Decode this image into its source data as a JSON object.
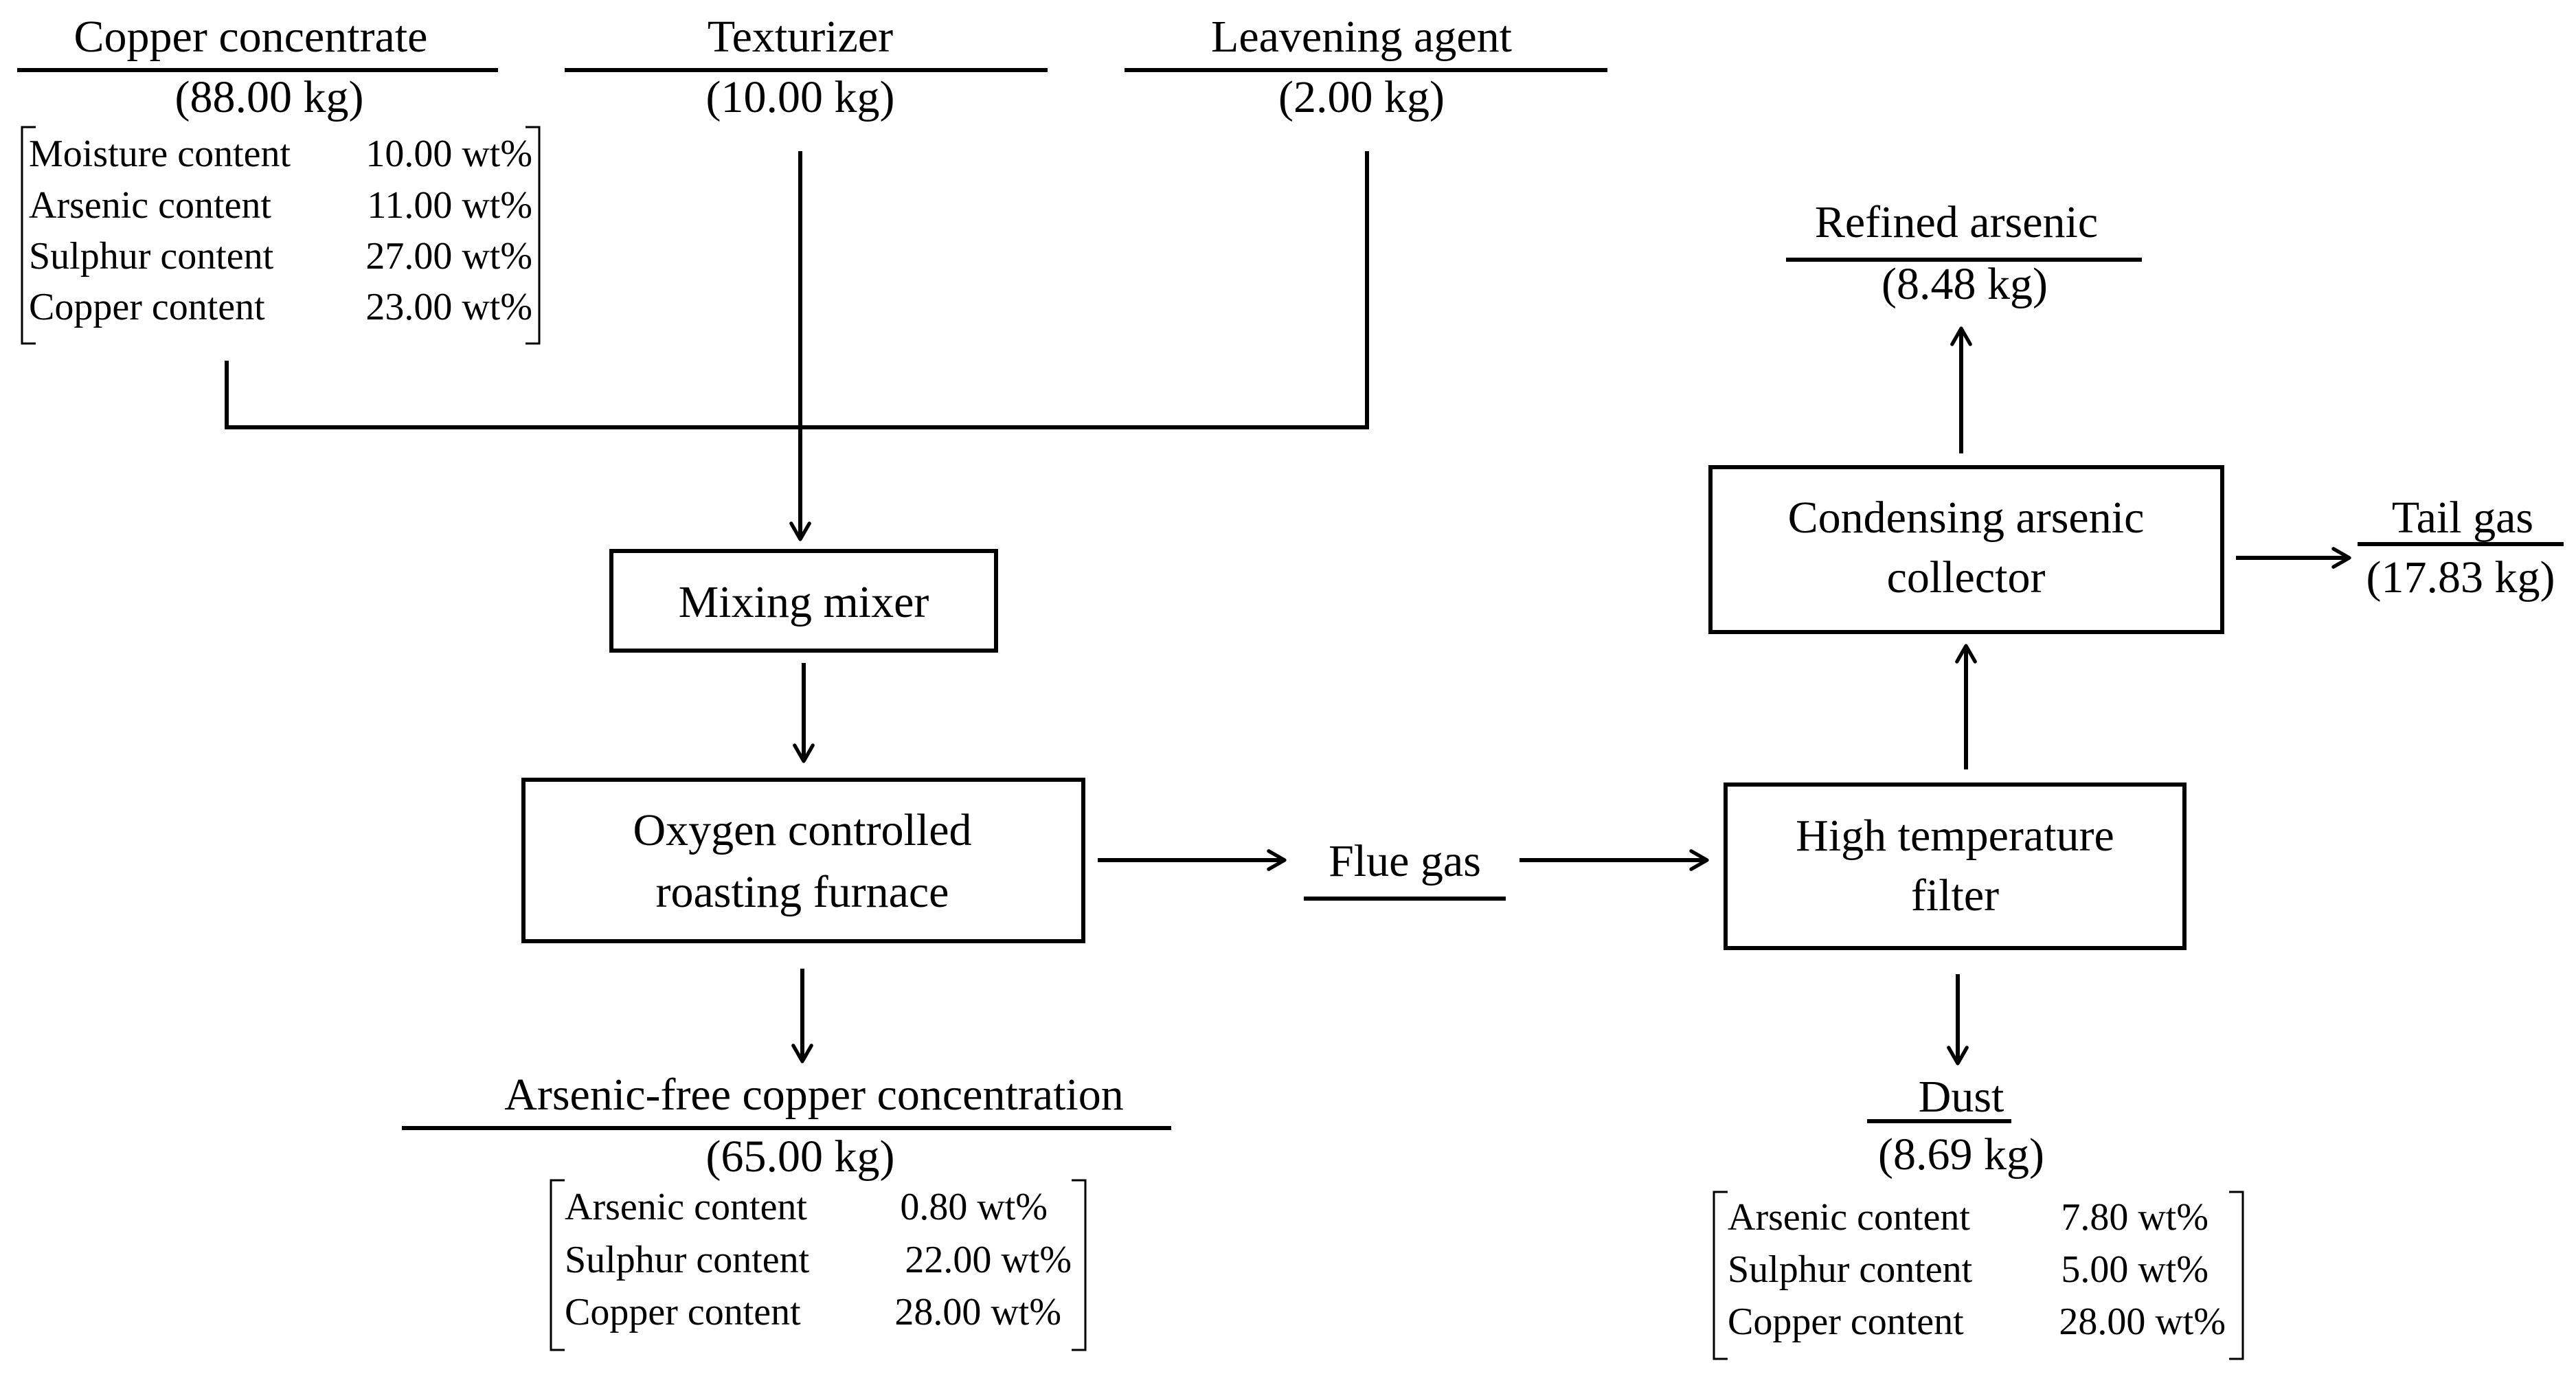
{
  "inputs": {
    "copper_concentrate": {
      "name": "Copper concentrate",
      "mass": "(88.00 kg)",
      "composition": [
        {
          "label": "Moisture content",
          "value": "10.00 wt%"
        },
        {
          "label": "Arsenic content",
          "value": "11.00 wt%"
        },
        {
          "label": "Sulphur content",
          "value": "27.00 wt%"
        },
        {
          "label": "Copper content",
          "value": "23.00 wt%"
        }
      ]
    },
    "texturizer": {
      "name": "Texturizer",
      "mass": "(10.00 kg)"
    },
    "leavening_agent": {
      "name": "Leavening agent",
      "mass": "(2.00 kg)"
    }
  },
  "units": {
    "mixing_mixer": {
      "lines": [
        "Mixing mixer"
      ]
    },
    "roasting_furnace": {
      "lines": [
        "Oxygen controlled",
        "roasting furnace"
      ]
    },
    "high_temperature_filter": {
      "lines": [
        "High temperature",
        "filter"
      ]
    },
    "condensing_collector": {
      "lines": [
        "Condensing arsenic",
        "collector"
      ]
    }
  },
  "streams": {
    "flue_gas": {
      "name": "Flue gas"
    },
    "arsenic_free_copper": {
      "name": "Arsenic-free copper concentration",
      "mass": "(65.00 kg)",
      "composition": [
        {
          "label": "Arsenic content",
          "value": "0.80 wt%"
        },
        {
          "label": "Sulphur content",
          "value": "22.00 wt%"
        },
        {
          "label": "Copper content",
          "value": "28.00 wt%"
        }
      ]
    },
    "dust": {
      "name": "Dust",
      "mass": "(8.69 kg)",
      "composition": [
        {
          "label": "Arsenic content",
          "value": "7.80 wt%"
        },
        {
          "label": "Sulphur content",
          "value": "5.00 wt%"
        },
        {
          "label": "Copper content",
          "value": "28.00 wt%"
        }
      ]
    },
    "refined_arsenic": {
      "name": "Refined arsenic",
      "mass": "(8.48 kg)"
    },
    "tail_gas": {
      "name": "Tail gas",
      "mass": "(17.83 kg)"
    }
  }
}
